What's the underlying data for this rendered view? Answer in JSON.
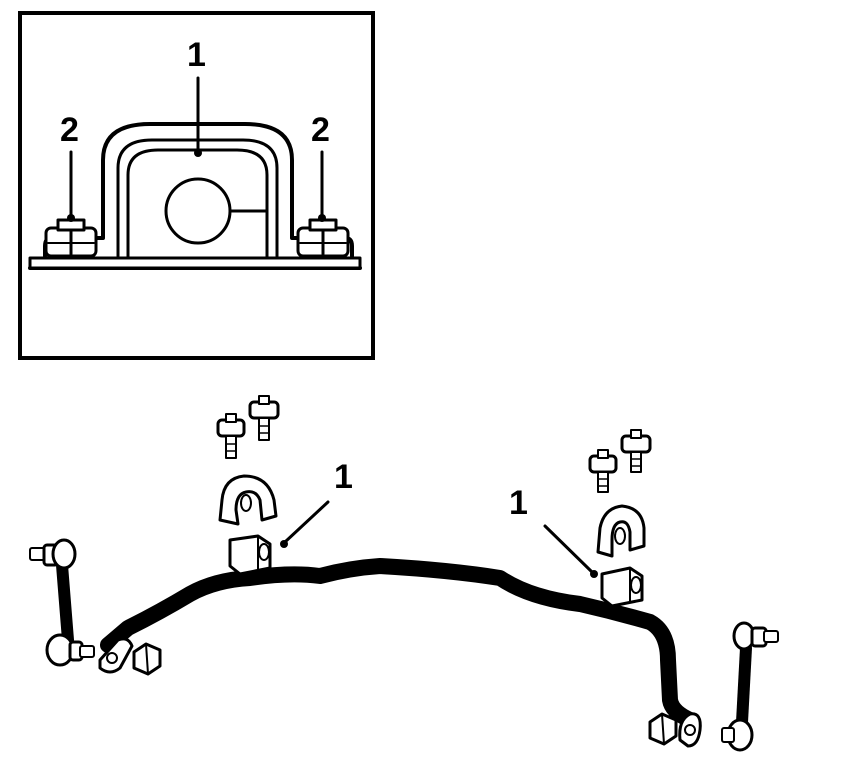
{
  "diagram": {
    "inset": {
      "callouts": [
        {
          "id": "bushing",
          "text": "1"
        },
        {
          "id": "bolt-left",
          "text": "2"
        },
        {
          "id": "bolt-right",
          "text": "2"
        }
      ]
    },
    "main": {
      "callouts": [
        {
          "id": "bushing-left",
          "text": "1"
        },
        {
          "id": "bushing-right",
          "text": "1"
        }
      ]
    },
    "colors": {
      "ink": "#000000",
      "paper": "#ffffff"
    }
  }
}
